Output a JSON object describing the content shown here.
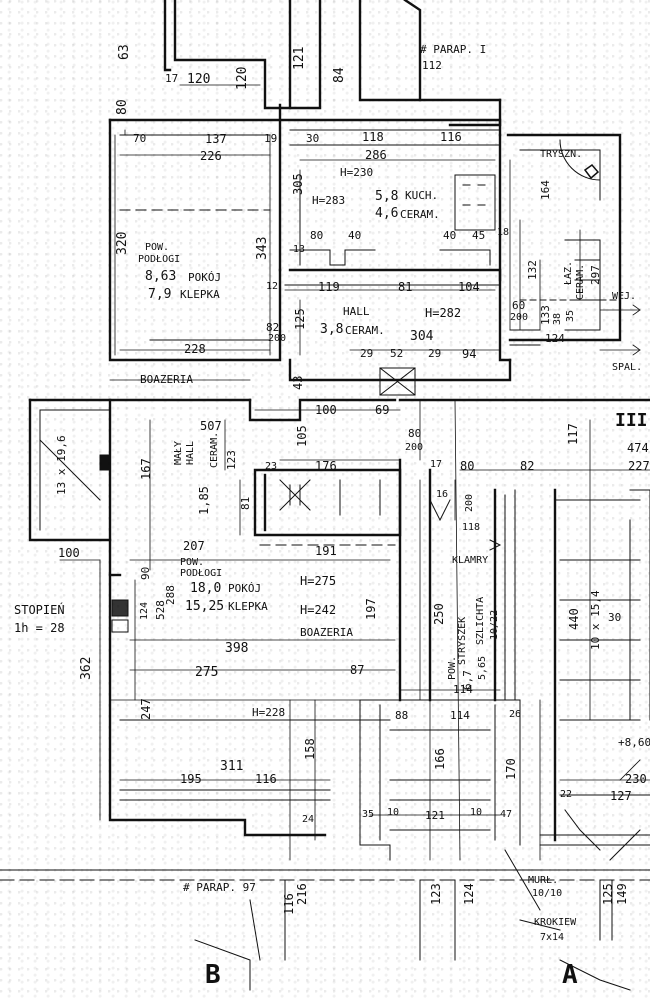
{
  "plan": {
    "top": {
      "dim_63": "63",
      "dim_120a": "120",
      "dim_120b": "120",
      "dim_121": "121",
      "dim_84": "84",
      "dim_17a": "17",
      "dim_80": "80",
      "parap_top": "# PARAP. I",
      "parap_top_val": "112",
      "dim_70": "70",
      "dim_137": "137",
      "dim_19": "19",
      "dim_30": "30",
      "dim_118": "118",
      "dim_116": "116",
      "dim_226": "226",
      "dim_286": "286",
      "dim_305": "305",
      "h230": "H=230",
      "h283": "H=283",
      "kitchen_area": "5,8",
      "kitchen_name": "KUCH.",
      "kitchen_floor_val": "4,6",
      "kitchen_floor": "CERAM.",
      "dim_320": "320",
      "dim_343": "343",
      "room1_l1": "POW.",
      "room1_l2": "PODŁOGI",
      "room1_area": "8,63",
      "room1_name": "POKÓJ",
      "room1_floor_val": "7,9",
      "room1_floor": "KLEPKA",
      "dim_80b": "80",
      "dim_40a": "40",
      "dim_40b": "40",
      "dim_45": "45",
      "dim_13": "13",
      "dim_18": "18",
      "dim_12": "12",
      "dim_119": "119",
      "dim_81": "81",
      "dim_104": "104",
      "hall_name": "HALL",
      "hall_h": "H=282",
      "hall_area": "3,8",
      "hall_floor": "CERAM.",
      "dim_304": "304",
      "dim_125": "125",
      "dim_82": "82",
      "dim_200": "200",
      "dim_228": "228",
      "dim_29a": "29",
      "dim_52": "52",
      "dim_29b": "29",
      "dim_94": "94",
      "dim_43": "43",
      "bath_label": "TRYSZN.",
      "dim_164": "164",
      "dim_132": "132",
      "dim_133": "133",
      "laz_l": "ŁAZ.",
      "laz_floor": "CERAM.",
      "dim_297": "297",
      "dim_38": "38",
      "dim_35": "35",
      "dim_124": "124",
      "dim_60": "60",
      "dim_200b": "200",
      "arrow_wej": "WEJ.",
      "arrow_spal": "SPAL."
    },
    "mid": {
      "boazeria": "BOAZERIA",
      "dim_507": "507",
      "dim_100": "100",
      "dim_69": "69",
      "dim_80": "80",
      "dim_200": "200",
      "dim_17": "17",
      "dim_80b": "80",
      "dim_82": "82",
      "dim_117": "117",
      "floor_label": "III P.",
      "dim_474": "474",
      "dim_227": "227",
      "stair_label": "13 x 19,6",
      "dim_167": "167",
      "maly_hall": "MAŁY",
      "maly_hall2": "HALL",
      "maly_floor": "CERAM.",
      "dim_105": "105",
      "dim_123": "123",
      "dim_185": "1,85",
      "dim_81": "81",
      "dim_23": "23",
      "dim_176": "176",
      "dim_16": "16",
      "dim_200c": "200",
      "dim_118": "118",
      "dim_100b": "100",
      "dim_207": "207",
      "dim_191": "191",
      "room2_l1": "POW.",
      "room2_l2": "PODŁOGI",
      "room2_area": "18,0",
      "room2_name": "POKÓJ",
      "room2_floor_val": "15,25",
      "room2_floor": "KLEPKA",
      "h275": "H=275",
      "h242": "H=242",
      "boazeria2": "BOAZERIA",
      "dim_197": "197",
      "dim_90": "90",
      "dim_124": "124",
      "dim_528": "528",
      "dim_288": "288",
      "dim_398": "398",
      "dim_275": "275",
      "dim_87": "87",
      "stopien": "STOPIEŃ",
      "stopien_val": "1h = 28",
      "dim_362": "362",
      "klamry": "KLAMRY",
      "dim_250": "250",
      "stryszek": "STRYSZEK",
      "szlichta": "SZLICHTA",
      "szlichta_val": "10/22",
      "pow_area": "6,7",
      "pow_label": "POW.",
      "dim_565": "5,65",
      "dim_114": "114",
      "dim_440": "440",
      "dim_1014": "10 x 15,4",
      "dim_30": "30"
    },
    "bottom": {
      "dim_247": "247",
      "h228": "H=228",
      "dim_88": "88",
      "dim_114": "114",
      "dim_26": "26",
      "dim_158": "158",
      "dim_166": "166",
      "dim_170": "170",
      "h860": "+8,60",
      "dim_311": "311",
      "dim_195": "195",
      "dim_116": "116",
      "dim_230": "230",
      "dim_22": "22",
      "dim_127": "127",
      "dim_35": "35",
      "dim_10a": "10",
      "dim_121": "121",
      "dim_10b": "10",
      "dim_47": "47",
      "dim_24": "24",
      "murl": "MURŁ.",
      "murl_val": "10/10",
      "parap_bot": "# PARAP. 97",
      "dim_116b": "116",
      "dim_216": "216",
      "dim_123": "123",
      "dim_124": "124",
      "krokiew": "KROKIEW",
      "krokiew_val": "7x14",
      "dim_125": "125",
      "dim_149": "149",
      "section_b": "B",
      "section_a": "A"
    }
  }
}
